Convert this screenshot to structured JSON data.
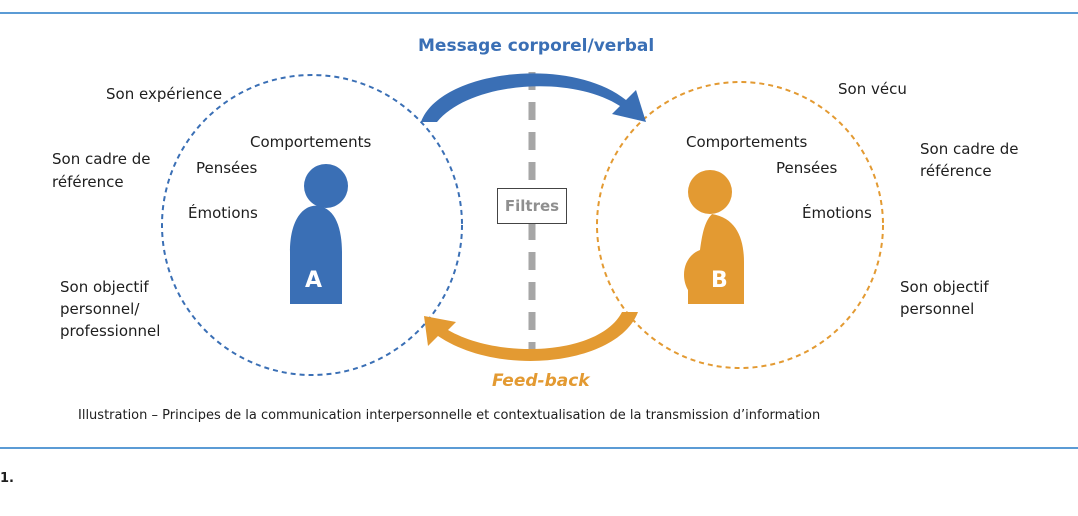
{
  "message_label": "Message corporel/verbal",
  "feedback_label": "Feed-back",
  "filter_label": "Filtres",
  "caption": "Illustration – Principes de la communication interpersonnelle et contextualisation de la transmission d’information",
  "footnote": "1.",
  "person_a": {
    "letter": "A",
    "color": "#3a6fb5",
    "inner": [
      "Comportements",
      "Pensées",
      "Émotions"
    ],
    "outer": {
      "experience": "Son expérience",
      "frame_line1": "Son cadre de",
      "frame_line2": "référence",
      "goal_line1": "Son objectif",
      "goal_line2": "personnel/",
      "goal_line3": "professionnel"
    }
  },
  "person_b": {
    "letter": "B",
    "color": "#e39a32",
    "inner": [
      "Comportements",
      "Pensées",
      "Émotions"
    ],
    "outer": {
      "lived": "Son vécu",
      "frame_line1": "Son cadre de",
      "frame_line2": "référence",
      "goal_line1": "Son objectif",
      "goal_line2": "personnel"
    }
  }
}
